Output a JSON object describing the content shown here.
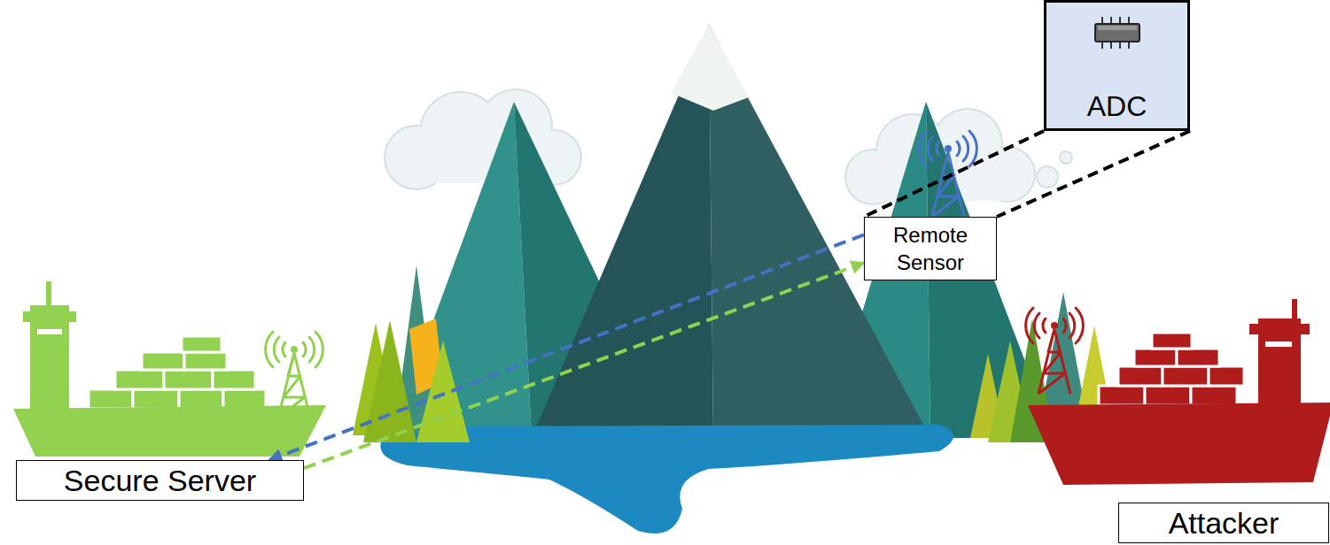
{
  "diagram": {
    "nodes": [
      {
        "text": [
          "ADC"
        ]
      },
      {
        "text": [
          "Remote Sensor"
        ]
      },
      {
        "text": [
          "Secure Server"
        ]
      },
      {
        "text": [
          "Attacker"
        ]
      }
    ],
    "edges": [
      {
        "from": 1,
        "to": 2,
        "arrow": "to"
      },
      {
        "from": 2,
        "to": 1,
        "arrow": "to"
      },
      {
        "from": 0,
        "to": 1,
        "arrow": "none"
      }
    ]
  }
}
